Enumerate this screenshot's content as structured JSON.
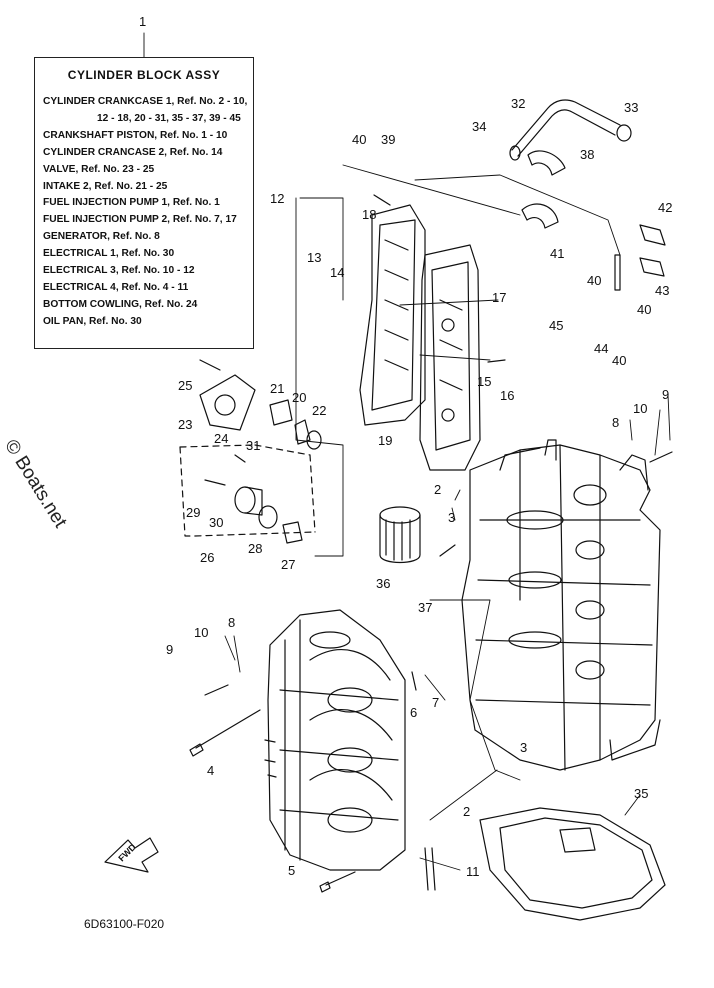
{
  "legend": {
    "number": "1",
    "title": "CYLINDER  BLOCK ASSY",
    "lines": [
      "CYLINDER CRANKCASE 1,  Ref. No. 2 - 10,",
      "12 - 18, 20 - 31, 35 - 37, 39 - 45",
      "CRANKSHAFT PISTON,   Ref. No. 1 - 10",
      "CYLINDER CRANCASE 2,   Ref. No. 14",
      "VALVE,   Ref. No. 23 - 25",
      "INTAKE 2,   Ref. No. 21 - 25",
      "FUEL INJECTION PUMP  1,   Ref. No. 1",
      "FUEL INJECTION PUMP  2,   Ref. No. 7, 17",
      "GENERATOR,   Ref. No. 8",
      "ELECTRICAL 1,   Ref. No. 30",
      "ELECTRICAL 3,   Ref. No. 10 - 12",
      "ELECTRICAL 4,   Ref. No. 4 - 11",
      "BOTTOM COWLING,   Ref. No. 24",
      "OIL PAN,   Ref. No. 30"
    ]
  },
  "diagram_code": "6D63100-F020",
  "fwd_label": "FWD",
  "watermark": "© Boats.net",
  "callouts": [
    "2",
    "2",
    "3",
    "3",
    "4",
    "5",
    "6",
    "7",
    "8",
    "8",
    "9",
    "9",
    "10",
    "10",
    "11",
    "12",
    "13",
    "14",
    "15",
    "16",
    "17",
    "18",
    "19",
    "20",
    "21",
    "22",
    "23",
    "24",
    "25",
    "26",
    "27",
    "28",
    "29",
    "30",
    "31",
    "32",
    "33",
    "34",
    "35",
    "36",
    "37",
    "38",
    "39",
    "40",
    "40",
    "40",
    "40",
    "41",
    "42",
    "43",
    "44",
    "45"
  ]
}
